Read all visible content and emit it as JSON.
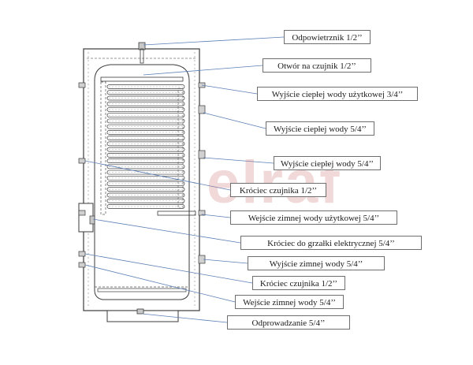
{
  "watermark": {
    "text": "elraf",
    "color": "#d47a7a"
  },
  "colors": {
    "line": "#3b3b3b",
    "leader": "#5b7fb5",
    "label_border": "#6e6e6e"
  },
  "labels": {
    "odpowietrznik": "Odpowietrznik 1/2’’",
    "otwor_czujnik": "Otwór na czujnik 1/2’’",
    "wyjscie_cieplej_uzytkowej": "Wyjście ciepłej wody użytkowej 3/4’’",
    "wyjscie_cieplej_1": "Wyjście ciepłej wody 5/4’’",
    "wyjscie_cieplej_2": "Wyjście ciepłej wody 5/4’’",
    "krociec_czujnika_1": "Króciec czujnika 1/2’’",
    "wejscie_zimnej_uzytkowej": "Wejście zimnej wody użytkowej 5/4’’",
    "krociec_grzalki": "Króciec do grzałki elektrycznej 5/4’’",
    "wyjscie_zimnej": "Wyjście zimnej wody 5/4’’",
    "krociec_czujnika_2": "Króciec czujnika 1/2’’",
    "wejscie_zimnej": "Wejście zimnej wody 5/4’’",
    "odprowadzanie": "Odprowadzanie 5/4’’"
  }
}
